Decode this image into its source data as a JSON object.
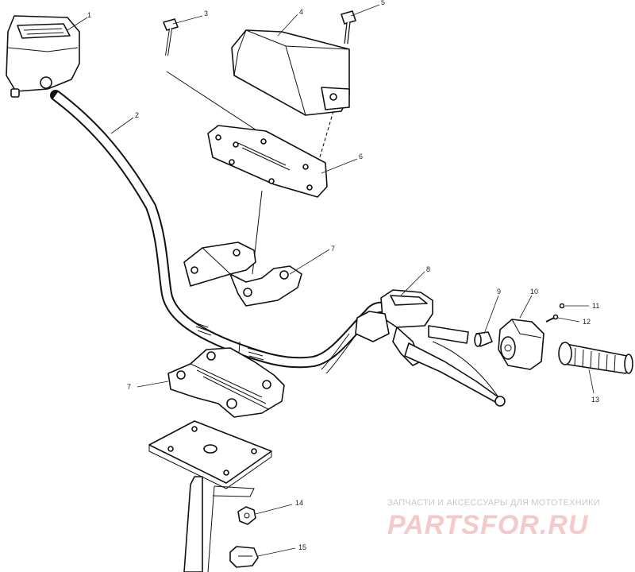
{
  "callouts": [
    {
      "id": "1",
      "text": "1"
    },
    {
      "id": "2",
      "text": "2"
    },
    {
      "id": "3",
      "text": "3"
    },
    {
      "id": "4",
      "text": "4"
    },
    {
      "id": "5",
      "text": "5"
    },
    {
      "id": "6",
      "text": "6"
    },
    {
      "id": "7a",
      "text": "7"
    },
    {
      "id": "7b",
      "text": "7"
    },
    {
      "id": "8",
      "text": "8"
    },
    {
      "id": "9",
      "text": "9"
    },
    {
      "id": "10",
      "text": "10"
    },
    {
      "id": "11",
      "text": "11"
    },
    {
      "id": "12",
      "text": "12"
    },
    {
      "id": "13",
      "text": "13"
    },
    {
      "id": "14",
      "text": "14"
    },
    {
      "id": "15",
      "text": "15"
    }
  ],
  "watermark": {
    "tagline": "ЗАПЧАСТИ И АКСЕССУАРЫ ДЛЯ МОТОТЕХНИКИ",
    "logo": "PARTSFOR.RU"
  }
}
